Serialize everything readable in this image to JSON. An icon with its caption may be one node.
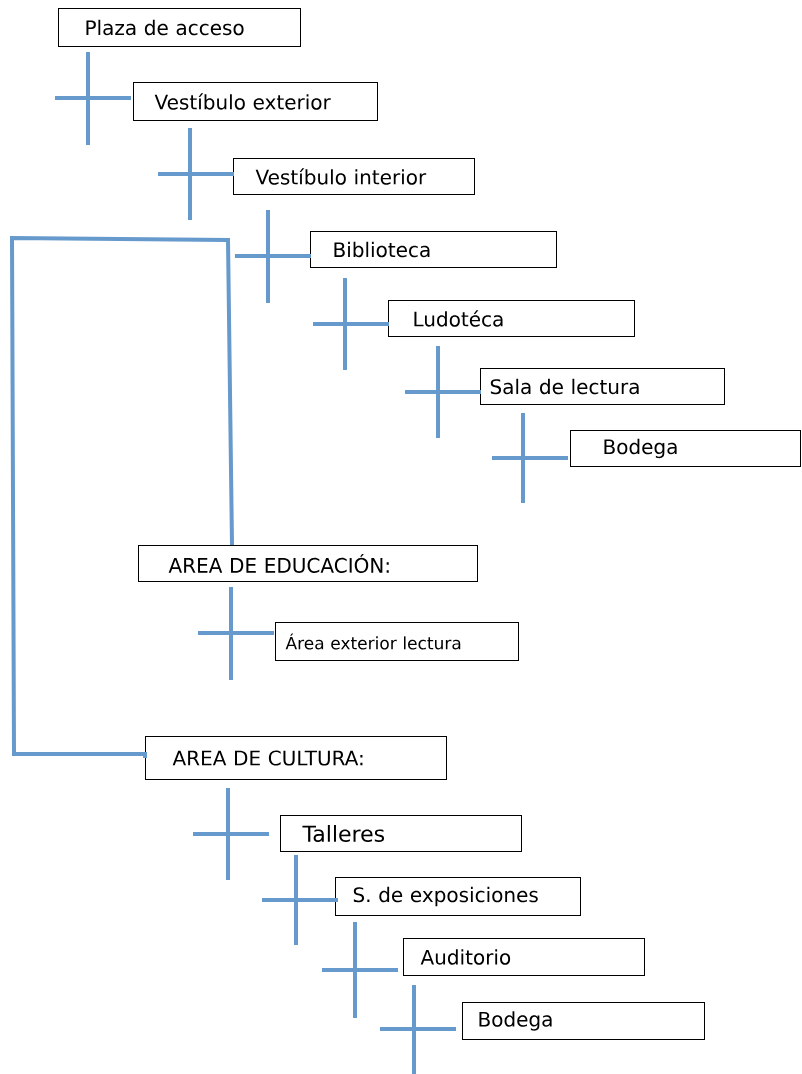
{
  "diagram": {
    "nodes": [
      {
        "text": [
          "Plaza de acceso"
        ]
      },
      {
        "text": [
          "Vestíbulo exterior"
        ]
      },
      {
        "text": [
          "Vestíbulo interior"
        ]
      },
      {
        "text": [
          "Biblioteca"
        ]
      },
      {
        "text": [
          "Ludotéca"
        ]
      },
      {
        "text": [
          "Sala de lectura"
        ]
      },
      {
        "text": [
          "Bodega"
        ]
      },
      {
        "text": [
          "AREA DE EDUCACIÓN:"
        ]
      },
      {
        "text": [
          "Área exterior lectura"
        ]
      },
      {
        "text": [
          "AREA DE CULTURA:"
        ]
      },
      {
        "text": [
          "Talleres"
        ]
      },
      {
        "text": [
          "S. de exposiciones"
        ]
      },
      {
        "text": [
          "Auditorio"
        ]
      },
      {
        "text": [
          "Bodega"
        ]
      }
    ],
    "edges": [
      {
        "from": 7,
        "to": 9,
        "arrow": "none"
      }
    ]
  }
}
